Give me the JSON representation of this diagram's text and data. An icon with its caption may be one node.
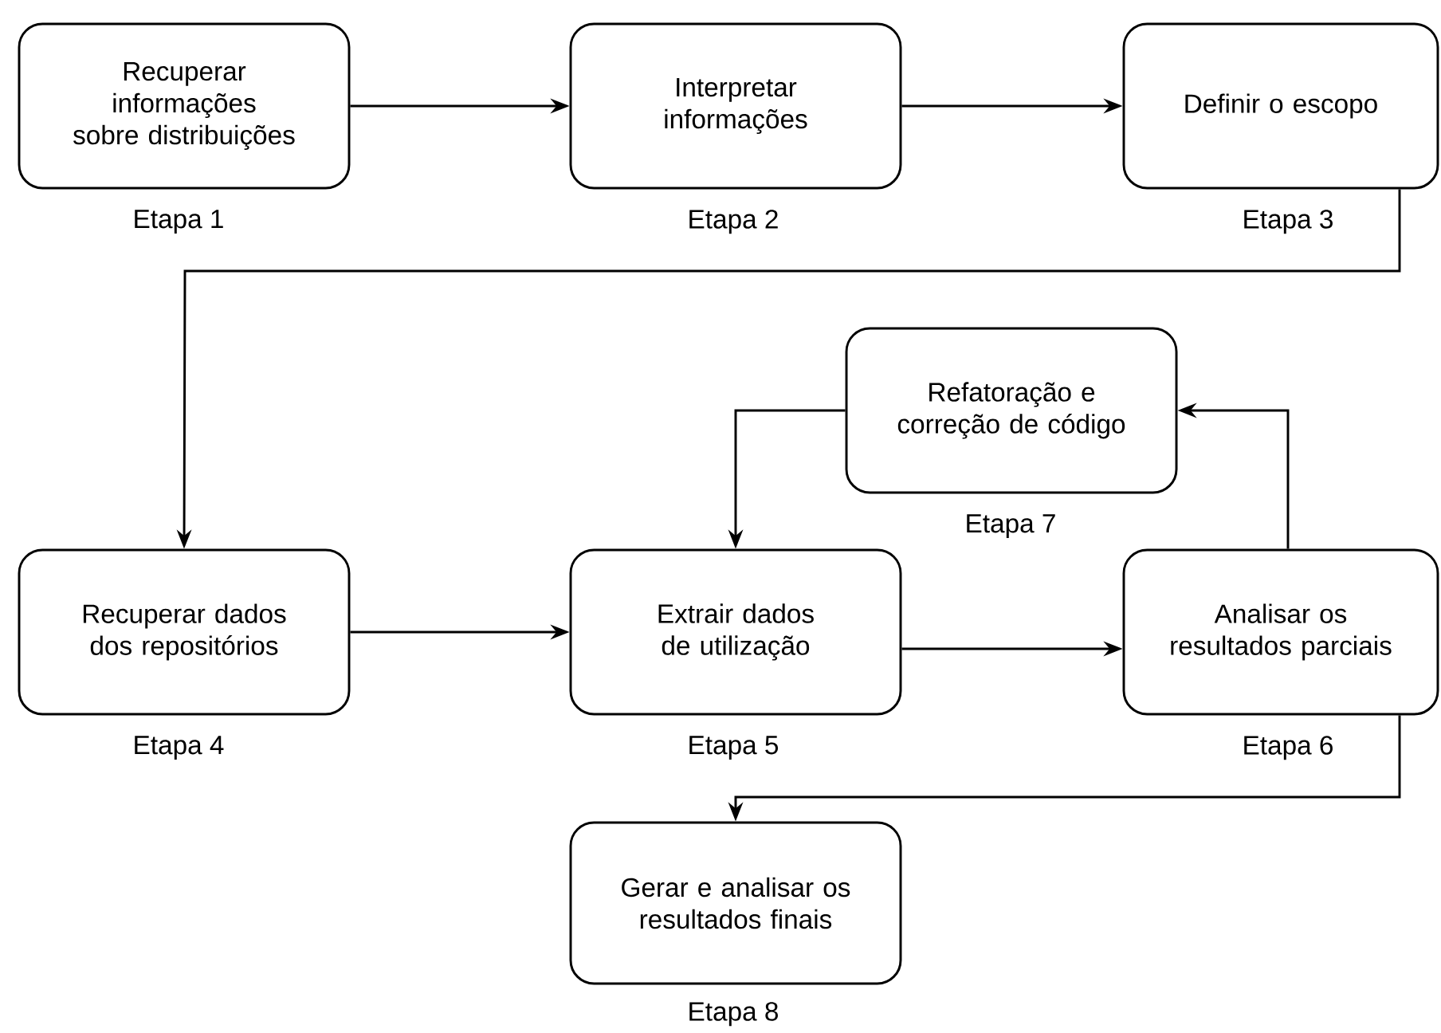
{
  "diagram": {
    "nodes": [
      {
        "text": [
          "Recuperar informações sobre distribuições"
        ],
        "beside": [
          "Etapa 1"
        ]
      },
      {
        "text": [
          "Interpretar informações"
        ],
        "beside": [
          "Etapa 2"
        ]
      },
      {
        "text": [
          "Definir o escopo"
        ],
        "beside": [
          "Etapa 3"
        ]
      },
      {
        "text": [
          "Recuperar dados dos repositórios"
        ],
        "beside": [
          "Etapa 4"
        ]
      },
      {
        "text": [
          "Extrair dados de utilização"
        ],
        "beside": [
          "Etapa 5"
        ]
      },
      {
        "text": [
          "Analisar os resultados parciais"
        ],
        "beside": [
          "Etapa 6"
        ]
      },
      {
        "text": [
          "Refatoração e correção de código"
        ],
        "beside": [
          "Etapa 7"
        ]
      },
      {
        "text": [
          "Gerar e analisar os resultados finais"
        ],
        "beside": [
          "Etapa 8"
        ]
      }
    ],
    "edges": [
      {
        "from": 0,
        "to": 1,
        "arrow": "to"
      },
      {
        "from": 1,
        "to": 2,
        "arrow": "to"
      },
      {
        "from": 2,
        "to": 3,
        "arrow": "to"
      },
      {
        "from": 3,
        "to": 4,
        "arrow": "to"
      },
      {
        "from": 4,
        "to": 5,
        "arrow": "to"
      },
      {
        "from": 5,
        "to": 6,
        "arrow": "to"
      },
      {
        "from": 6,
        "to": 4,
        "arrow": "to"
      },
      {
        "from": 5,
        "to": 7,
        "arrow": "to"
      }
    ]
  }
}
